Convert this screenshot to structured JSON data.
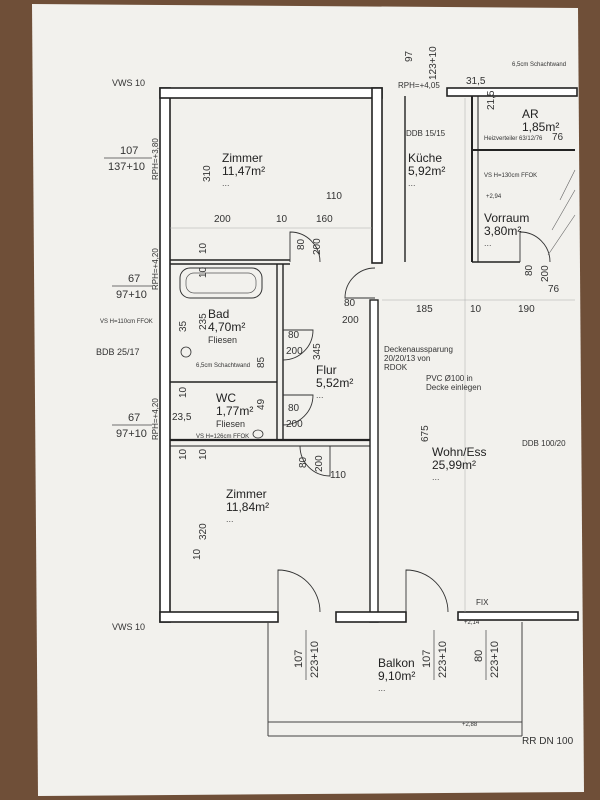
{
  "rooms": {
    "zimmer1": {
      "name": "Zimmer",
      "area": "11,47m²",
      "dots": "..."
    },
    "kueche": {
      "name": "Küche",
      "area": "5,92m²",
      "dots": "..."
    },
    "ar": {
      "name": "AR",
      "area": "1,85m²"
    },
    "vorraum": {
      "name": "Vorraum",
      "area": "3,80m²",
      "dots": "..."
    },
    "bad": {
      "name": "Bad",
      "area": "4,70m²",
      "finish": "Fliesen"
    },
    "flur": {
      "name": "Flur",
      "area": "5,52m²",
      "dots": "..."
    },
    "wc": {
      "name": "WC",
      "area": "1,77m²",
      "finish": "Fliesen"
    },
    "wohn": {
      "name": "Wohn/Ess",
      "area": "25,99m²",
      "dots": "..."
    },
    "zimmer2": {
      "name": "Zimmer",
      "area": "11,84m²",
      "dots": "..."
    },
    "balkon": {
      "name": "Balkon",
      "area": "9,10m²",
      "dots": "..."
    }
  },
  "annotations": {
    "vws_top": "VWS 10",
    "vws_bottom": "VWS 10",
    "rph_top": "RPH=+4,05",
    "ddb_15": "DDB 15/15",
    "bdb_25": "BDB 25/17",
    "ddb_100": "DDB 100/20",
    "rr_dn": "RR DN 100",
    "fix": "FIX",
    "schacht_top": "6,5cm Schachtwand",
    "schacht_bad": "6,5cm Schachtwand",
    "heizverteiler": "Heizverteiler 63/12/76",
    "vs_bad": "VS H=110cm FFOK",
    "vs_wc": "VS H=126cm FFOK",
    "vs_vorraum": "VS H=130cm FFOK",
    "rph_left1": "RPH=+3,80",
    "rph_left2": "RPH=+4,20",
    "rph_left3": "RPH=+4,20",
    "level_294": "+2,94",
    "level_214": "+2,14",
    "level_288": "+2,88",
    "decke_1": "Deckenaussparung",
    "decke_2": "20/20/13 von",
    "decke_3": "RDOK",
    "pvc_1": "PVC Ø100 in",
    "pvc_2": "Decke einlegen"
  },
  "dimensions": {
    "top_97": "97",
    "top_123": "123+10",
    "top_315": "31,5",
    "top_215": "21,5",
    "left_107": "107",
    "left_137": "137+10",
    "left_67a": "67",
    "left_97a": "97+10",
    "left_67b": "67",
    "left_97b": "97+10",
    "z1_310": "310",
    "z1_200": "200",
    "z1_10a": "10",
    "z1_160": "160",
    "z1_110": "110",
    "z1_10b": "10",
    "door1_80": "80",
    "door1_200": "200",
    "k_80": "80",
    "k_200": "200",
    "hall_185": "185",
    "hall_10": "10",
    "hall_190": "190",
    "vr_80": "80",
    "vr_200": "200",
    "vr_76": "76",
    "ar_76": "76",
    "bad_235": "235",
    "bad_35": "35",
    "bad_80": "80",
    "bad_200": "200",
    "flur_345": "345",
    "flur_85": "85",
    "wc_235": "23,5",
    "wc_80": "80",
    "wc_200": "200",
    "wc_49": "49",
    "z2_80": "80",
    "z2_200": "200",
    "z2_110": "110",
    "z2_10a": "10",
    "z2_10b": "10",
    "z2_320": "320",
    "wohn_675": "675",
    "bal_107a": "107",
    "bal_223a": "223+10",
    "bal_107b": "107",
    "bal_223b": "223+10",
    "bal_80": "80",
    "bal_223c": "223+10",
    "bad_left_10": "10",
    "wc_left_10": "10",
    "z2_left_10": "10"
  }
}
